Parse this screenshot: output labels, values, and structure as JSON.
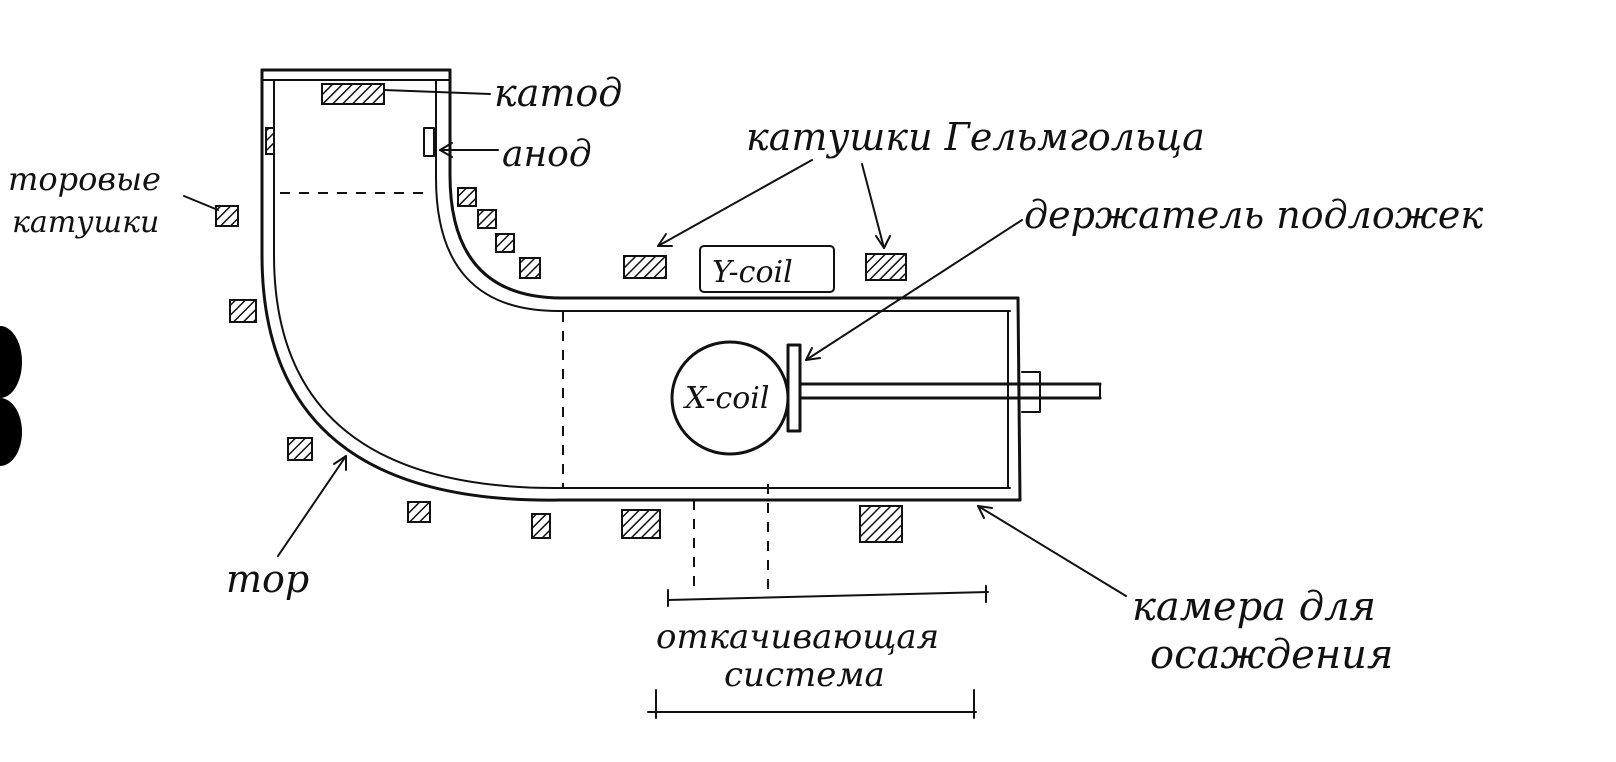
{
  "labels": {
    "cathode": "катод",
    "anode": "анод",
    "toroidal_coils_line1": "торовые",
    "toroidal_coils_line2": "катушки",
    "helmholtz_coils": "катушки Гельмгольца",
    "substrate_holder": "держатель подложек",
    "y_coil": "Y-coil",
    "x_coil": "X-coil",
    "torus": "тор",
    "pumping_system_line1": "откачивающая",
    "pumping_system_line2": "система",
    "chamber_line1": "камера для",
    "chamber_line2": "осаждения"
  },
  "colors": {
    "ink": "#111111",
    "paper": "#ffffff"
  }
}
